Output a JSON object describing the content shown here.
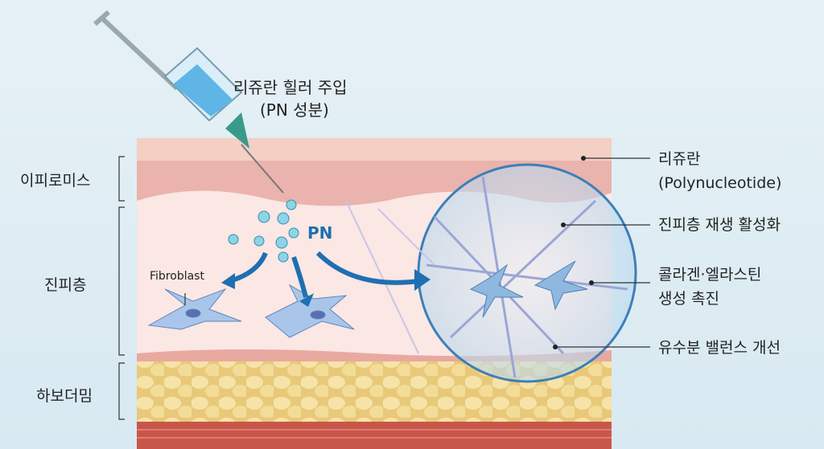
{
  "title": {
    "line1": "리쥬란 힐러 주입",
    "line2": "(PN 성분)"
  },
  "pn_label": "PN",
  "fibroblast_label": "Fibroblast",
  "layers": {
    "epidermis": "이피로미스",
    "dermis": "진피층",
    "hypodermis": "하보더밈"
  },
  "callouts": {
    "c1_line1": "리쥬란",
    "c1_line2": "(Polynucleotide)",
    "c2": "진피층 재생 활성화",
    "c3_line1": "콜라겐·엘라스틴",
    "c3_line2": "생성 촉진",
    "c4": "유수분 밸런스 개선"
  },
  "colors": {
    "pn": "#1f6fb2",
    "arrow": "#1f6fb2"
  }
}
